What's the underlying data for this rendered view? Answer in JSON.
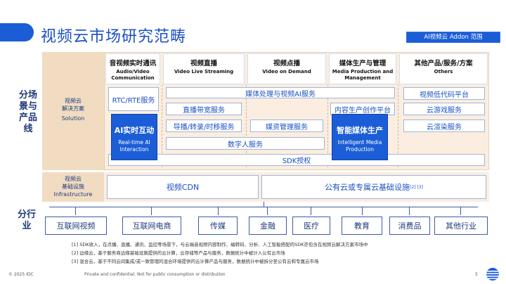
{
  "title": "视频云市场研究范畴",
  "addon_tag": "AI视频云 Addon 范围",
  "side_labels": {
    "scene": "分场景与产品线",
    "industry": "分行业"
  },
  "solution_label": {
    "cn1": "视频云",
    "cn2": "解决方案",
    "en": "Solution"
  },
  "infra_label": {
    "cn1": "视频云",
    "cn2": "基础设施",
    "en": "Infrastructure"
  },
  "columns": [
    {
      "cn": "音视频实时通讯",
      "en": "Audio/Video Communication"
    },
    {
      "cn": "视频直播",
      "en": "Video Live Streaming"
    },
    {
      "cn": "视频点播",
      "en": "Video on Demand"
    },
    {
      "cn": "媒体生产与管理",
      "en": "Media Production and Management"
    },
    {
      "cn": "其他产品/服务/方案",
      "en": "Others"
    }
  ],
  "boxes": {
    "rtc": "RTC/RTE服务",
    "media_ai": "媒体处理与视频AI服务",
    "live_commerce": "直播带宽服务",
    "transcode": "导播/转录/时移服务",
    "media_mgmt": "媒资管理服务",
    "content_platform": "内容生产创作平台",
    "low_code": "视频低代码平台",
    "cloud_game": "云游戏服务",
    "cloud_render": "云渲染服务",
    "digital_human": "数字人服务",
    "sdk": "SDK授权",
    "cdn": "视频CDN",
    "public_cloud": "公有云或专属云基础设施",
    "public_cloud_sup": "[2] [3]"
  },
  "ai_boxes": {
    "realtime": {
      "cn": "AI实时互动",
      "en": "Real-time AI Interaction"
    },
    "media": {
      "cn": "智能媒体生产",
      "en": "Intelligent Media Production"
    }
  },
  "industries": [
    "互联网视频",
    "互联网电商",
    "传媒",
    "金融",
    "医疗",
    "教育",
    "消费品",
    "其他行业"
  ],
  "notes": [
    "[1] SDK收入，在点播、直播、通讯、监控等场景下，与云端音视频内容制作、编转码、分析、人工智能搭配的SDK亦包含在视频云解决方案市场中",
    "[2] 边缘云，基于服务商边缘基础设施提供的云计算，云存储等产品与服务，数据统计中被计入公有云市场",
    "[3] 混合云，基于不同云间集成/或一致管理的混合环境提供的云计算产品与服务，数据统计中被拆分至公有云和专属云市场"
  ],
  "footer": {
    "copyright": "© 2025 IDC",
    "confidential": "Private and confidential. Not for public consumption or distribution",
    "page": "5"
  },
  "colors": {
    "brand_blue": "#1b5dd6",
    "sand": "#fbeee0",
    "navy": "#1f3a7a"
  }
}
